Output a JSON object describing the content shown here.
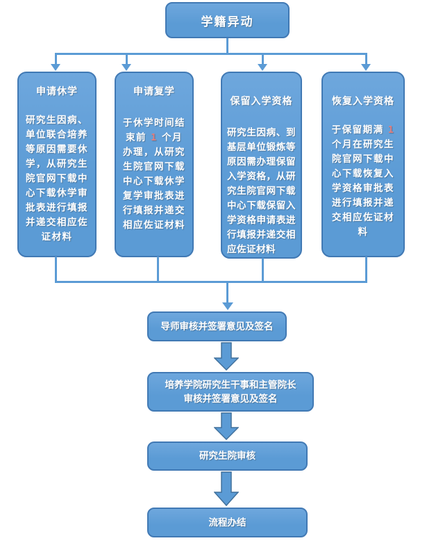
{
  "title_box": {
    "label": "学籍异动"
  },
  "columns": [
    {
      "header": "申请休学",
      "body": "研究生因病、单位联合培养等原因需要休学，从研究生院官网下载中心下载休学审批表进行填报并递交相应佐证材料"
    },
    {
      "header": "申请复学",
      "pre": "于休学时间结束前 ",
      "num": "1",
      "post": " 个月办理，从研究生院官网下载中心下载休学复学审批表进行填报并递交相应佐证材料"
    },
    {
      "header": "保留入学资格",
      "body": "研究生因病、到基层单位锻炼等原因需办理保留入学资格，从研究生院官网下载中心下载保留入学资格申请表进行填报并递交相应佐证材料"
    },
    {
      "header": "恢复入学资格",
      "pre": "于保留期满 ",
      "num": "1",
      "post": " 个月在研究生院官网下载中心下载恢复入学资格审批表进行填报并递交相应佐证材料"
    }
  ],
  "steps": [
    {
      "label": "导师审核并签署意见及签名"
    },
    {
      "line1": "培养学院研究生干事和主管院长",
      "line2": "审核并签署意见及签名"
    },
    {
      "label": "研究生院审核"
    },
    {
      "label": "流程办结"
    }
  ],
  "colors": {
    "box_fill": "#5b9bd5",
    "box_border": "#4179b4",
    "connector": "#5b9bd5",
    "text": "#ffffff",
    "highlight_number": "#e07e7e",
    "background": "#ffffff"
  }
}
